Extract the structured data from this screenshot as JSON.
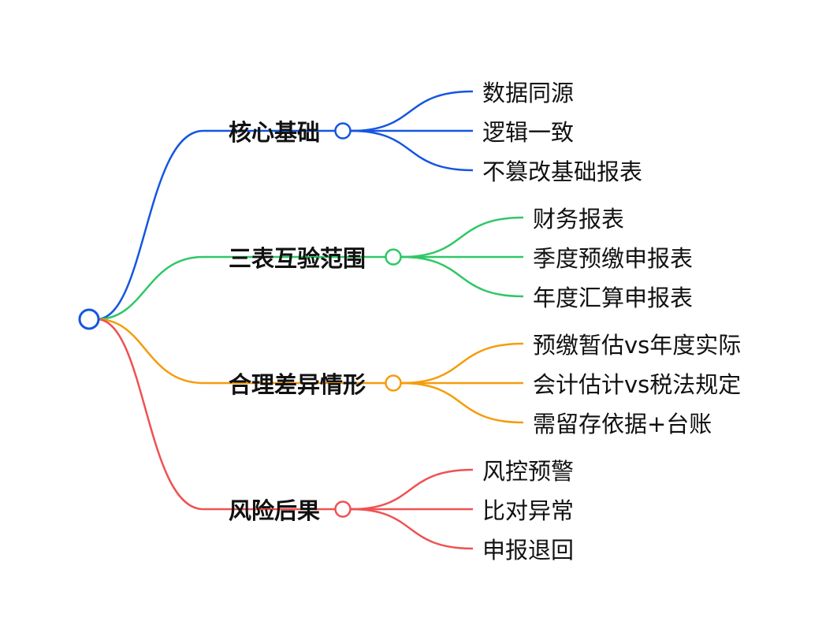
{
  "branches": [
    {
      "label": "核心基础",
      "color": "#1456e0",
      "leaves": [
        "数据同源",
        "逻辑一致",
        "不篡改基础报表"
      ]
    },
    {
      "label": "三表互验范围",
      "color": "#2ec866",
      "leaves": [
        "财务报表",
        "季度预缴申报表",
        "年度汇算申报表"
      ]
    },
    {
      "label": "合理差异情形",
      "color": "#f59c0b",
      "leaves": [
        "预缴暂估vs年度实际",
        "会计估计vs税法规定",
        "需留存依据+台账"
      ]
    },
    {
      "label": "风险后果",
      "color": "#ee5252",
      "leaves": [
        "风控预警",
        "比对异常",
        "申报退回"
      ]
    }
  ],
  "root_color": "#1456e0"
}
